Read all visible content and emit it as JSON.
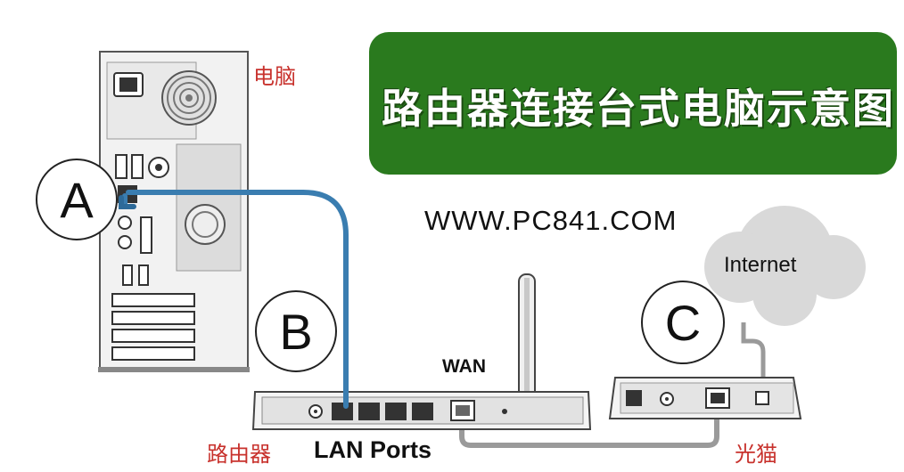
{
  "title": "路由器连接台式电脑示意图",
  "website": "WWW.PC841.COM",
  "labels": {
    "computer": "电脑",
    "router": "路由器",
    "modem": "光猫",
    "lan_ports": "LAN Ports",
    "wan": "WAN",
    "internet": "Internet"
  },
  "markers": {
    "a": "A",
    "b": "B",
    "c": "C"
  },
  "colors": {
    "title_bg": "#2a7a1e",
    "label_red": "#c8322d",
    "cable_blue": "#3a7db0",
    "cable_gray": "#9a9a9a"
  }
}
